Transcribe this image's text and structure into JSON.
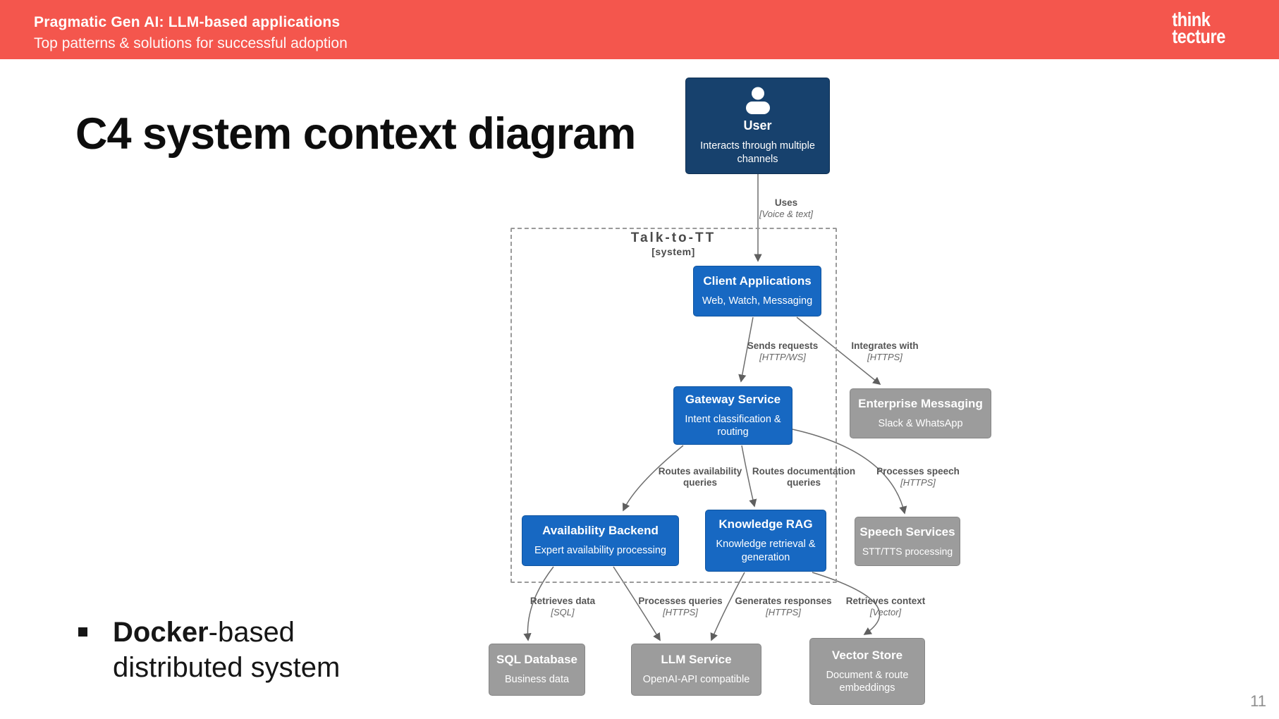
{
  "header": {
    "title": "Pragmatic Gen AI: LLM-based applications",
    "subtitle": "Top patterns & solutions for successful adoption",
    "logo_line1": "think",
    "logo_line2": "tecture",
    "bg_color": "#F4564D"
  },
  "slide": {
    "title": "C4 system context diagram",
    "bullet_bold": "Docker",
    "bullet_rest": "-based",
    "bullet_line2": "distributed system",
    "page_number": "11"
  },
  "diagram": {
    "boundary": {
      "name": "Talk-to-TT",
      "type": "[system]"
    },
    "colors": {
      "person_fill": "#17416D",
      "system_fill": "#1768C2",
      "external_fill": "#9C9C9C",
      "edge_stroke": "#6e6e6e"
    },
    "nodes": [
      {
        "id": "user",
        "title": "User",
        "desc": "Interacts through multiple channels",
        "kind": "person"
      },
      {
        "id": "client-applications",
        "title": "Client Applications",
        "desc": "Web, Watch, Messaging",
        "kind": "system"
      },
      {
        "id": "gateway-service",
        "title": "Gateway Service",
        "desc": "Intent classification & routing",
        "kind": "system"
      },
      {
        "id": "enterprise-messaging",
        "title": "Enterprise Messaging",
        "desc": "Slack & WhatsApp",
        "kind": "external"
      },
      {
        "id": "availability-backend",
        "title": "Availability Backend",
        "desc": "Expert availability processing",
        "kind": "system"
      },
      {
        "id": "knowledge-rag",
        "title": "Knowledge RAG",
        "desc": "Knowledge retrieval & generation",
        "kind": "system"
      },
      {
        "id": "speech-services",
        "title": "Speech Services",
        "desc": "STT/TTS processing",
        "kind": "external"
      },
      {
        "id": "sql-database",
        "title": "SQL Database",
        "desc": "Business data",
        "kind": "external"
      },
      {
        "id": "llm-service",
        "title": "LLM Service",
        "desc": "OpenAI-API compatible",
        "kind": "external"
      },
      {
        "id": "vector-store",
        "title": "Vector Store",
        "desc": "Document & route embeddings",
        "kind": "external"
      }
    ],
    "edges": [
      {
        "label": "Uses",
        "tech": "[Voice & text]"
      },
      {
        "label": "Sends requests",
        "tech": "[HTTP/WS]"
      },
      {
        "label": "Integrates with",
        "tech": "[HTTPS]"
      },
      {
        "label": "Routes availability queries",
        "tech": ""
      },
      {
        "label": "Routes documentation queries",
        "tech": ""
      },
      {
        "label": "Processes speech",
        "tech": "[HTTPS]"
      },
      {
        "label": "Retrieves data",
        "tech": "[SQL]"
      },
      {
        "label": "Processes queries",
        "tech": "[HTTPS]"
      },
      {
        "label": "Generates responses",
        "tech": "[HTTPS]"
      },
      {
        "label": "Retrieves context",
        "tech": "[Vector]"
      }
    ]
  }
}
